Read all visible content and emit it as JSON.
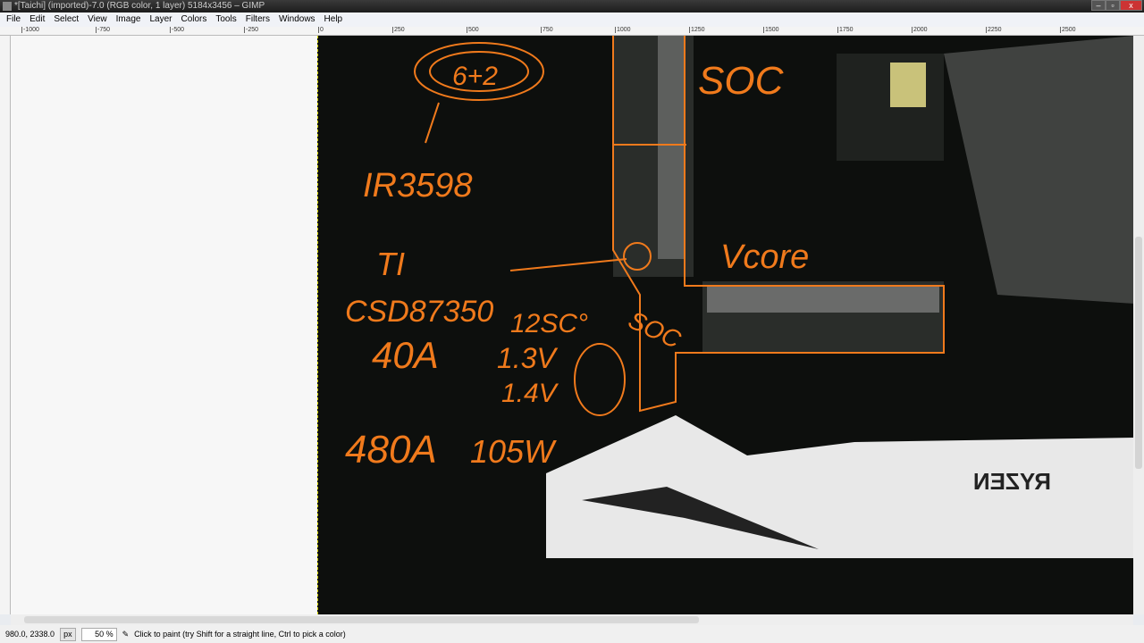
{
  "window": {
    "title": "*[Taichi] (imported)-7.0 (RGB color, 1 layer) 5184x3456 – GIMP",
    "minimize": "–",
    "maximize": "▫",
    "close": "x"
  },
  "menu": [
    "File",
    "Edit",
    "Select",
    "View",
    "Image",
    "Layer",
    "Colors",
    "Tools",
    "Filters",
    "Windows",
    "Help"
  ],
  "ruler": {
    "h_labels": [
      "-1000",
      "-750",
      "-500",
      "-250",
      "0",
      "250",
      "500",
      "750",
      "1000",
      "1250",
      "1500",
      "1750",
      "2000",
      "2250",
      "2500"
    ]
  },
  "canvas": {
    "annotations": [
      "6+2",
      "IR3598",
      "SOC",
      "Vcore",
      "TI",
      "CSD87350",
      "40A",
      "12SC°",
      "1.3V",
      "1.4V",
      "480A",
      "105W",
      "SOC"
    ],
    "board_text": "RYZEN",
    "annotation_color": "#f07a1c"
  },
  "status": {
    "coords": "980.0, 2338.0",
    "unit": "px",
    "zoom": "50 %",
    "message": "Click to paint (try Shift for a straight line, Ctrl to pick a color)"
  }
}
